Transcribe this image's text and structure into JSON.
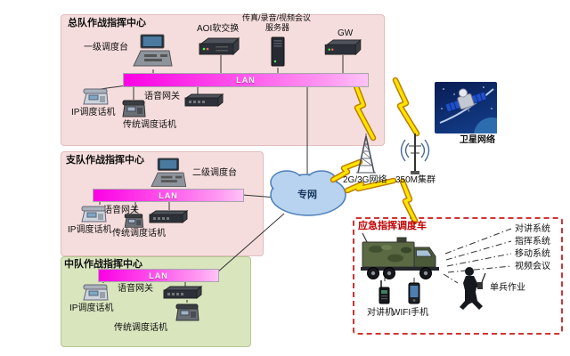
{
  "colors": {
    "zone_pink": "#f6dddd",
    "zone_green": "#d9e5bd",
    "lan_magenta": "#fb00e4",
    "accent_red": "#c00000",
    "cloud_blue": "#b7d3ef",
    "lightning_yellow": "#ffe400"
  },
  "hq": {
    "title": "总队作战指挥中心",
    "console": "一级调度台",
    "softswitch": "AOI软交换",
    "server_line1": "传真/录音/视频会议",
    "server_line2": "服务器",
    "gw": "GW",
    "lan": "LAN",
    "voice_gw": "语音网关",
    "ip_phone": "IP调度话机",
    "trad_phone": "传统调度话机"
  },
  "det": {
    "title": "支队作战指挥中心",
    "console": "二级调度台",
    "lan": "LAN",
    "voice_gw": "语音网关",
    "ip_phone": "IP调度话机",
    "trad_phone": "传统调度话机"
  },
  "sqd": {
    "title": "中队作战指挥中心",
    "lan": "LAN",
    "voice_gw": "语音网关",
    "ip_phone": "IP调度话机",
    "trad_phone": "传统调度话机"
  },
  "network": {
    "cloud": "专网",
    "cellular": "2G/3G网络",
    "trunking": "350M集群",
    "satellite": "卫星网络"
  },
  "vehicle": {
    "title": "应急指挥调度车",
    "systems": [
      "对讲系统",
      "指挥系统",
      "移动系统",
      "视频会议"
    ],
    "walkie": "对讲机",
    "wifi_phone": "WIFI手机",
    "soldier": "单兵作业"
  }
}
